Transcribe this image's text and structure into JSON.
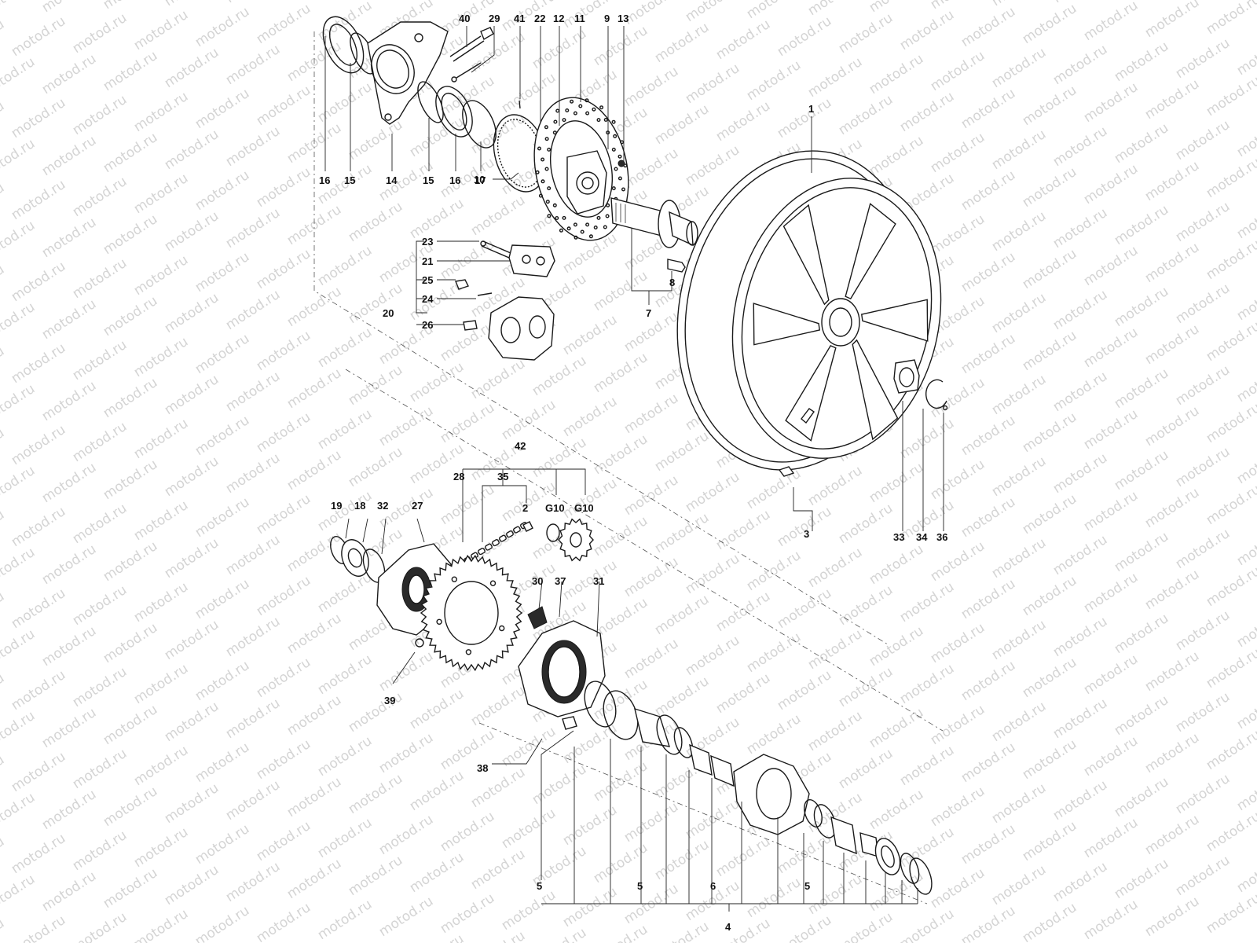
{
  "watermark": "motod.ru",
  "callouts": {
    "c1": "1",
    "c2": "2",
    "c3": "3",
    "c4": "4",
    "c5a": "5",
    "c5b": "5",
    "c5c": "5",
    "c6": "6",
    "c7": "7",
    "c8": "8",
    "c9": "9",
    "c10": "10",
    "c11": "11",
    "c12": "12",
    "c13": "13",
    "c14": "14",
    "c15a": "15",
    "c15b": "15",
    "c16a": "16",
    "c16b": "16",
    "c17": "17",
    "c18": "18",
    "c19": "19",
    "c20": "20",
    "c21": "21",
    "c22": "22",
    "c23": "23",
    "c24": "24",
    "c25": "25",
    "c26": "26",
    "c27": "27",
    "c28": "28",
    "c29": "29",
    "c30": "30",
    "c31": "31",
    "c32": "32",
    "c33": "33",
    "c34": "34",
    "c35": "35",
    "c36": "36",
    "c37": "37",
    "c38": "38",
    "c39": "39",
    "c40": "40",
    "c41": "41",
    "c42": "42",
    "cG10a": "G10",
    "cG10b": "G10"
  }
}
